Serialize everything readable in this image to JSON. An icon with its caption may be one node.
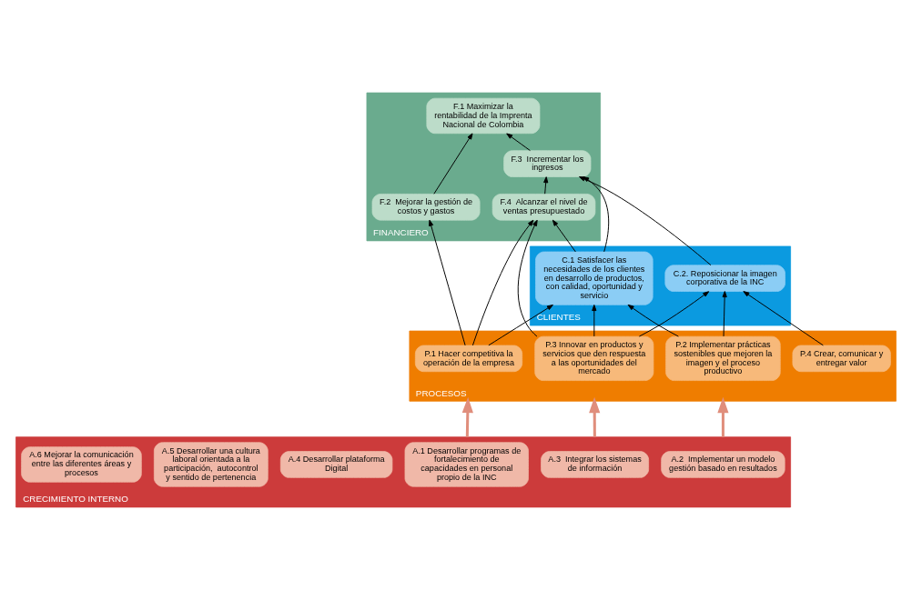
{
  "diagram": {
    "nodes": [
      {
        "text": [
          "FINANCIERO"
        ]
      },
      {
        "text": [
          "F.1 Maximizar la rentabilidad de la Imprenta Nacional de Colombia"
        ],
        "in": 0
      },
      {
        "text": [
          "F.2  Mejorar la gestión de costos y gastos"
        ],
        "in": 0
      },
      {
        "text": [
          "F.4  Alcanzar el nivel de ventas presupuestado"
        ],
        "in": 0
      },
      {
        "text": [
          "F.3  Incrementar los ingresos"
        ],
        "in": 0
      },
      {
        "text": [
          "CLIENTES"
        ]
      },
      {
        "text": [
          "C.1 Satisfacer las necesidades de los clientes en desarrollo de productos, con calidad, oportunidad y servicio"
        ],
        "in": 5
      },
      {
        "text": [
          "C.2. Reposicionar la imagen corporativa de la INC"
        ],
        "in": 5
      },
      {
        "text": [
          "PROCESOS"
        ]
      },
      {
        "text": [
          "P.1 Hacer competitiva la operación de la empresa"
        ],
        "in": 8
      },
      {
        "text": [
          "P.2 Implementar prácticas sostenibles que mejoren la imagen y el proceso productivo"
        ],
        "in": 8
      },
      {
        "text": [
          "P.3 Innovar en productos y servicios que den respuesta a las oportunidades del mercado"
        ],
        "in": 8
      },
      {
        "text": [
          "P.4 Crear, comunicar y entregar valor"
        ],
        "in": 8
      },
      {
        "text": [
          "CRECIMIENTO INTERNO"
        ]
      },
      {
        "text": [
          "A.1 Desarrollar programas de fortalecimiento de capacidades en personal propio de la INC"
        ],
        "in": 13
      },
      {
        "text": [
          "A.2  Implementar un modelo gestión basado en resultados"
        ],
        "in": 13
      },
      {
        "text": [
          "A.3  Integrar los sistemas de información"
        ],
        "in": 13
      },
      {
        "text": [
          "A.4 Desarrollar plataforma Digital"
        ],
        "in": 13
      },
      {
        "text": [
          "A.5 Desarrollar una cultura laboral orientada a la participación,  autocontrol y sentido de pertenencia"
        ],
        "in": 13
      },
      {
        "text": [
          "A.6 Mejorar la comunicación entre las diferentes áreas y  procesos"
        ],
        "in": 13
      }
    ],
    "edges": [
      {
        "from": 2,
        "to": 1,
        "arrow": "to"
      },
      {
        "from": 4,
        "to": 1,
        "arrow": "to"
      },
      {
        "from": 3,
        "to": 4,
        "arrow": "to"
      },
      {
        "from": 9,
        "to": 2,
        "arrow": "to"
      },
      {
        "from": 9,
        "to": 3,
        "arrow": "to"
      },
      {
        "from": 6,
        "to": 3,
        "arrow": "to"
      },
      {
        "from": 6,
        "to": 4,
        "arrow": "to"
      },
      {
        "from": 7,
        "to": 4,
        "arrow": "to"
      },
      {
        "from": 9,
        "to": 6,
        "arrow": "to"
      },
      {
        "from": 10,
        "to": 6,
        "arrow": "to"
      },
      {
        "from": 11,
        "to": 6,
        "arrow": "to"
      },
      {
        "from": 11,
        "to": 3,
        "arrow": "to"
      },
      {
        "from": 10,
        "to": 7,
        "arrow": "to"
      },
      {
        "from": 11,
        "to": 7,
        "arrow": "to"
      },
      {
        "from": 12,
        "to": 7,
        "arrow": "to"
      },
      {
        "from": 13,
        "to": 8,
        "arrow": "to",
        "style": "thick",
        "color": "#e08e7c"
      },
      {
        "from": 13,
        "to": 8,
        "arrow": "to",
        "style": "thick",
        "color": "#e08e7c"
      },
      {
        "from": 13,
        "to": 8,
        "arrow": "to",
        "style": "thick",
        "color": "#e08e7c"
      }
    ]
  }
}
